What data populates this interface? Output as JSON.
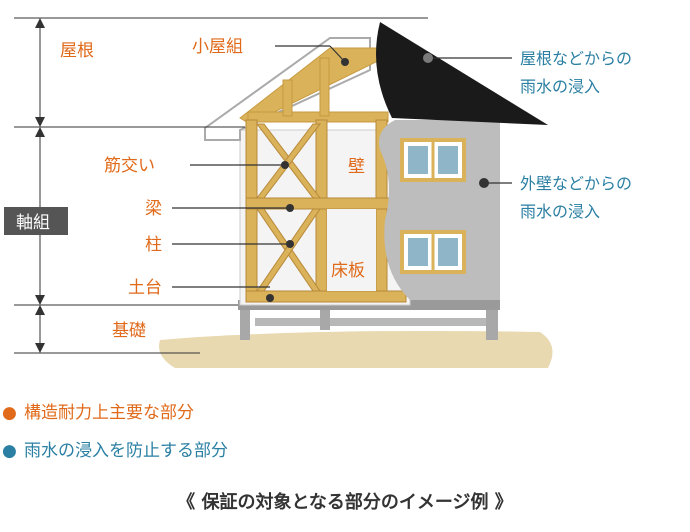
{
  "colors": {
    "structural": "#e06a1a",
    "rainwater": "#2a7fa3",
    "timber": "#d9b25a",
    "roof": "#1a1a1a",
    "wall": "#bdbdbd",
    "ground": "#e9d9b0"
  },
  "left_labels": {
    "yane": "屋根",
    "jikugumi": "軸組",
    "kiso": "基礎"
  },
  "frame_labels": {
    "koyagumi": "小屋組",
    "sujikai": "筋交い",
    "hari": "梁",
    "hashira": "柱",
    "dodai": "土台",
    "kabe": "壁",
    "yukaita": "床板"
  },
  "right_labels": {
    "roof_rain_1": "屋根などからの",
    "roof_rain_2": "雨水の浸入",
    "wall_rain_1": "外壁などからの",
    "wall_rain_2": "雨水の浸入"
  },
  "legend": {
    "bullet": "●",
    "structural": "構造耐力上主要な部分",
    "rainwater": "雨水の浸入を防止する部分"
  },
  "caption": "《 保証の対象となる部分のイメージ例 》"
}
